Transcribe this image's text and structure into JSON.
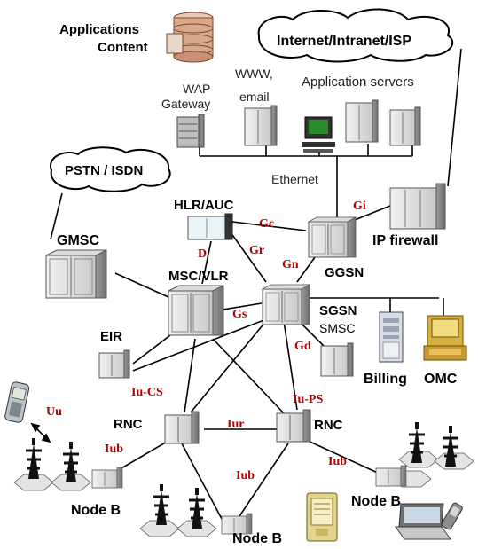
{
  "labels": {
    "applications_content": [
      "Applications",
      "Content"
    ],
    "internet": "Internet/Intranet/ISP",
    "wap_gateway": [
      "WAP",
      "Gateway"
    ],
    "www_email": [
      "WWW,",
      "email"
    ],
    "application_servers": "Application servers",
    "ethernet": "Ethernet",
    "pstn": "PSTN / ISDN",
    "hlr_auc": "HLR/AUC",
    "gmsc": "GMSC",
    "ip_firewall": "IP firewall",
    "ggsn": "GGSN",
    "msc_vlr": "MSC/VLR",
    "sgsn": "SGSN",
    "smsc": "SMSC",
    "eir": "EIR",
    "billing": "Billing",
    "omc": "OMC",
    "rnc_left": "RNC",
    "rnc_right": "RNC",
    "node_b_left": "Node B",
    "node_b_center": "Node B",
    "node_b_right": "Node B"
  },
  "interfaces": {
    "gc": "Gc",
    "gi": "Gi",
    "d": "D",
    "gr": "Gr",
    "gn": "Gn",
    "gs": "Gs",
    "gd": "Gd",
    "iu_cs": "Iu-CS",
    "iu_ps": "Iu-PS",
    "iur": "Iur",
    "uu": "Uu",
    "iub_left": "Iub",
    "iub_center": "Iub",
    "iub_right": "Iub"
  }
}
